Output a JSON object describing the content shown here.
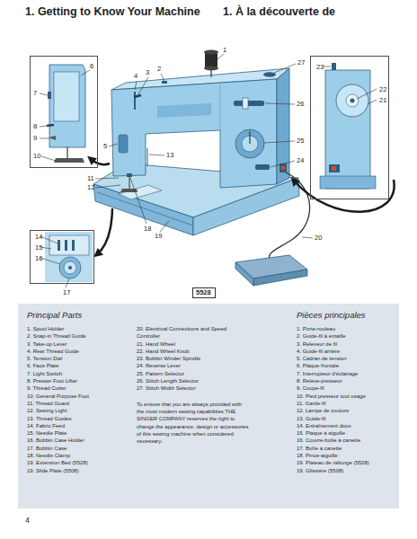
{
  "diagram": {
    "title": "1. Getting to Know Your Machine",
    "nodes": [
      {
        "text": [
          "6",
          "7",
          "8",
          "9",
          "10"
        ]
      },
      {
        "text": [
          "23",
          "22",
          "21"
        ]
      },
      {
        "text": [
          "14",
          "15",
          "16",
          "17"
        ]
      },
      {
        "text": [
          "5528"
        ]
      }
    ],
    "labels": [
      "1. À la découverte de",
      "1",
      "2",
      "3",
      "4",
      "5",
      "11",
      "12",
      "13",
      "18",
      "19",
      "20",
      "24",
      "25",
      "26",
      "27",
      "Principal Parts",
      "1. Spool Holder",
      "2. Snap-in Thread Guide",
      "3. Take-up Lever",
      "4. Rear Thread Guide",
      "5. Tension Dial",
      "6. Face Plate",
      "7. Light Switch",
      "8. Presser Foot Lifter",
      "9. Thread Cutter",
      "10. General Purpose Foot",
      "11. Thread Guard",
      "12. Sewing Light",
      "13. Thread Guides",
      "14. Fabric Feed",
      "15. Needle Plate",
      "16. Bobbin Case Holder",
      "17. Bobbin Case",
      "18. Needle Clamp",
      "19. Extension Bed (5528)",
      "19. Slide Plate (5508)",
      "20. Electrical Connections and Speed Controller",
      "21. Hand Wheel",
      "22. Hand Wheel Knob",
      "23. Bobbin Winder Spindle",
      "24. Reverse Lever",
      "25. Pattern Selector",
      "26. Stitch Length Selector",
      "27. Stitch Width Selector",
      "To ensure that you are always provided with the most modern sewing capabilities THE SINGER COMPANY reserves the right to change the appearance, design or accessories of this sewing machine when considered necessary.",
      "Pièces principales",
      "1. Porte-rouleau",
      "2. Guide-fil à entaille",
      "3. Releveur de fil",
      "4. Guide-fil arrière",
      "5. Cadran de tension",
      "6. Plaque frontale",
      "7. Interrupteur d'éclairage",
      "8. Relève-presseur",
      "9. Coupe-fil",
      "10. Pied presseur tout usage",
      "11. Garde-fil",
      "12. Lampe de couture",
      "13. Guide-fil",
      "14. Entraînement doux",
      "15. Plaque à aiguille",
      "16. Couvre-boîte à canette",
      "17. Boîte à canette",
      "18. Pince-aiguille",
      "19. Plateau de rallonge (5528)",
      "19. Glissière (5508)",
      "4"
    ]
  }
}
